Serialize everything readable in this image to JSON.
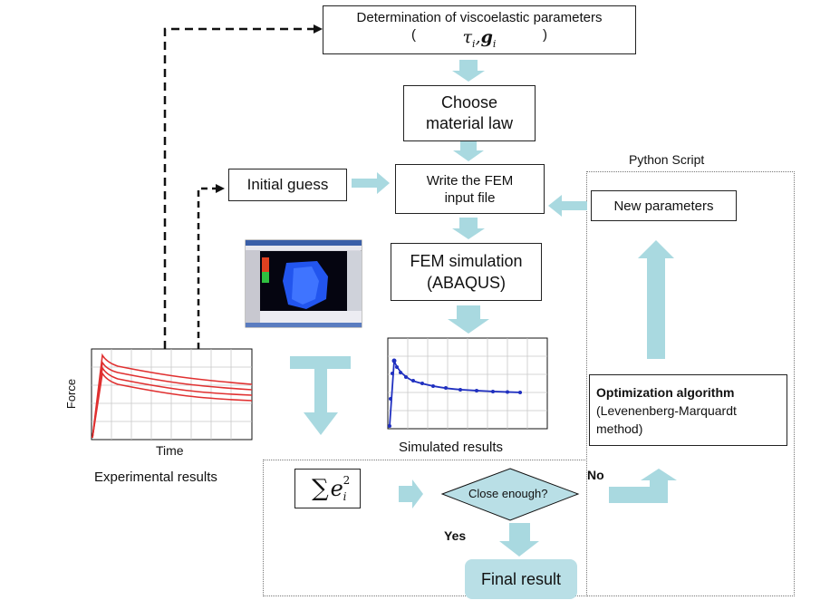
{
  "diagram": {
    "top_box": {
      "line1": "Determination of viscoelastic parameters",
      "open": "(",
      "tau": "τ",
      "tau_sub": "i",
      "comma": ",",
      "g": "g",
      "g_sub": "i",
      "close": ")"
    },
    "choose_box": {
      "line1": "Choose",
      "line2": "material law"
    },
    "initial_guess": "Initial guess",
    "write_box": {
      "line1": "Write the FEM",
      "line2": "input file"
    },
    "new_params": "New parameters",
    "python_script": "Python Script",
    "fem_box": {
      "line1": "FEM simulation",
      "line2": "(ABAQUS)"
    },
    "optim_box": {
      "title": "Optimization algorithm",
      "line2": "(Levenenberg-Marquardt",
      "line3": "method)"
    },
    "exp_chart": {
      "ylabel": "Force",
      "xlabel": "Time",
      "caption": "Experimental results"
    },
    "sim_caption": "Simulated results",
    "sum_sigma": "∑",
    "sum_e": "e",
    "sum_sup": "2",
    "sum_sub": "i",
    "decision": "Close enough?",
    "no": "No",
    "yes": "Yes",
    "final": "Final result",
    "colors": {
      "arrow": "#a9d9e0",
      "exp_line": "#e03030",
      "sim_line": "#2030c0",
      "final_bg": "#b9dfe6",
      "diamond": "#b9dfe6"
    }
  }
}
